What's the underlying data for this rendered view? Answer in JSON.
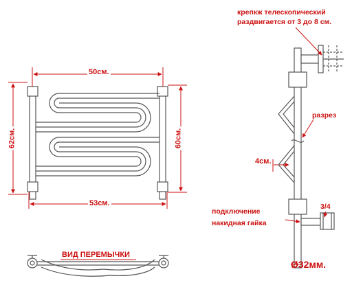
{
  "dimensions": {
    "top_width": "50см.",
    "bottom_width": "53см.",
    "left_height": "62см.",
    "right_height": "60см.",
    "bracket_offset": "4см."
  },
  "labels": {
    "bracket_note_line1": "крепкж телескопический",
    "bracket_note_line2": "раздвигается от 3 до 8 см.",
    "section": "разрез",
    "connection_line1": "подключение",
    "connection_line2": "накидная гайка",
    "thread_size": "3/4",
    "pipe_diameter": "Ø32мм.",
    "jumper_view": "ВИД ПЕРЕМЫЧКИ"
  },
  "colors": {
    "annotation": "#cc1111",
    "outline": "#555555",
    "background": "#ffffff"
  }
}
